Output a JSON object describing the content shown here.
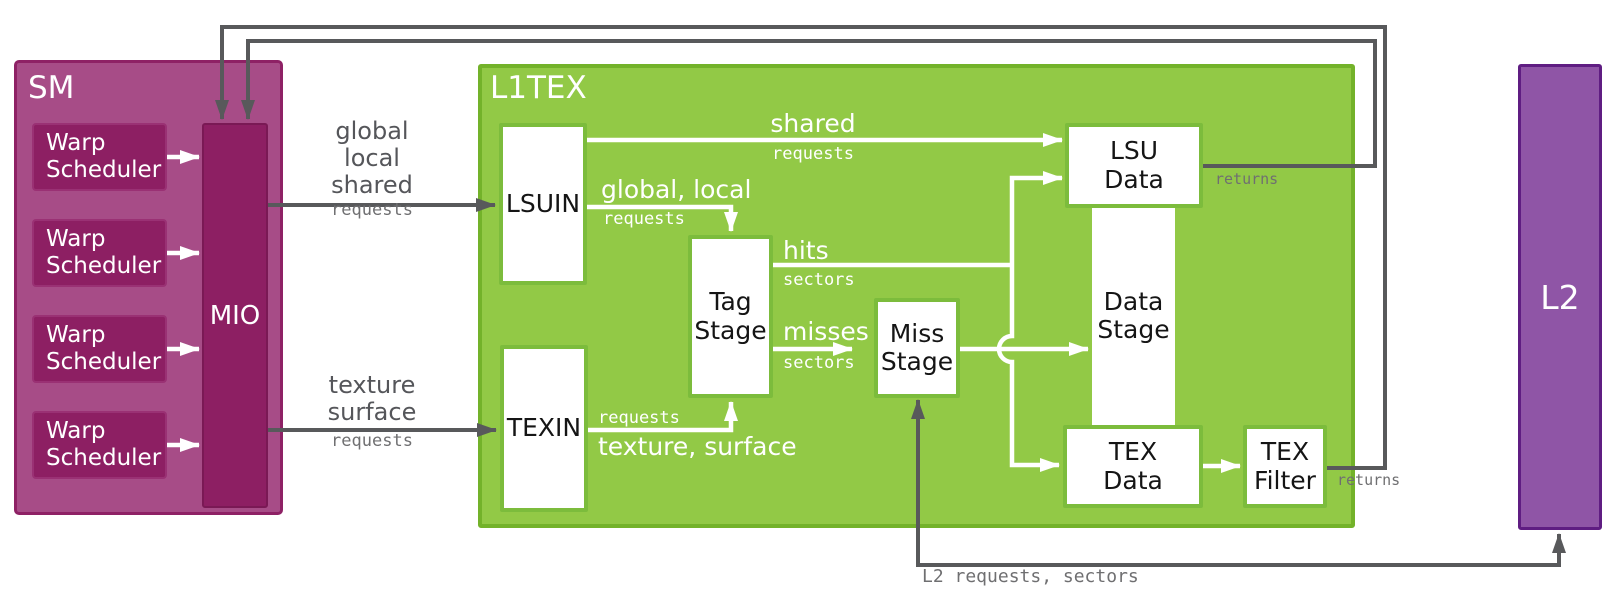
{
  "sm": {
    "title": "SM",
    "warp_schedulers": [
      "Warp\nScheduler",
      "Warp\nScheduler",
      "Warp\nScheduler",
      "Warp\nScheduler"
    ],
    "mio_label": "MIO"
  },
  "l1tex": {
    "title": "L1TEX",
    "boxes": {
      "lsuin": "LSUIN",
      "texin": "TEXIN",
      "tag_stage": "Tag\nStage",
      "miss_stage": "Miss\nStage",
      "lsu_data": "LSU\nData",
      "data_stage": "Data\nStage",
      "tex_data": "TEX\nData",
      "tex_filter": "TEX\nFilter"
    }
  },
  "l2": {
    "title": "L2"
  },
  "edges": {
    "mio_to_lsuin": {
      "label": "global\nlocal\nshared",
      "sub": "requests"
    },
    "mio_to_texin": {
      "label": "texture\nsurface",
      "sub": "requests"
    },
    "lsuin_to_lsu_data": {
      "label": "shared",
      "sub": "requests"
    },
    "lsuin_to_tag": {
      "label": "global, local",
      "sub": "requests"
    },
    "texin_to_tag": {
      "label": "texture, surface",
      "sub": "requests"
    },
    "tag_hits": {
      "label": "hits",
      "sub": "sectors"
    },
    "tag_misses": {
      "label": "misses",
      "sub": "sectors"
    },
    "lsu_data_returns": {
      "label": "returns"
    },
    "tex_filter_returns": {
      "label": "returns"
    },
    "miss_to_l2": {
      "label": "L2 requests, sectors"
    }
  },
  "colors": {
    "sm_fill": "#a74c87",
    "sm_border": "#8e2165",
    "magenta_dark": "#8d1f63",
    "green_fill": "#92c946",
    "green_border": "#73b22a",
    "white_box_border": "#7cbc3c",
    "l2_fill": "#8f55a6",
    "l2_border": "#5f1d82",
    "line_gray": "#58595b",
    "line_white": "#ffffff",
    "label_gray": "#55565a"
  }
}
